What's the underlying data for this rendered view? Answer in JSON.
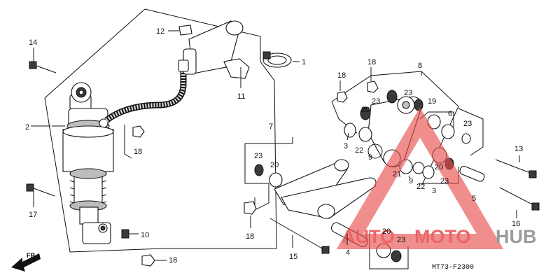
{
  "diagram": {
    "callouts": {
      "c1": "1",
      "c2": "2",
      "c3a": "3",
      "c3b": "3",
      "c4": "4",
      "c5": "5",
      "c6": "6",
      "c7": "7",
      "c8": "8",
      "c9a": "9",
      "c9b": "9",
      "c10": "10",
      "c11": "11",
      "c12": "12",
      "c13": "13",
      "c14": "14",
      "c15": "15",
      "c16": "16",
      "c17": "17",
      "c18a": "18",
      "c18b": "18",
      "c18c": "18",
      "c18d": "18",
      "c18e": "18",
      "c19": "19",
      "c20a": "20",
      "c20b": "20",
      "c20c": "20",
      "c20d": "20",
      "c21": "21",
      "c22a": "22",
      "c22b": "22",
      "c23a": "23",
      "c23b": "23",
      "c23c": "23",
      "c23d": "23",
      "c23e": "23",
      "c23f": "23"
    },
    "diagram_code": "MT73-F2300",
    "front_label": "FR."
  },
  "watermark": {
    "part1": "AUTO",
    "part2": "MOTO",
    "part3": "HUB",
    "color_red": "#e84c4c",
    "color_gray": "#8a8a8a"
  }
}
